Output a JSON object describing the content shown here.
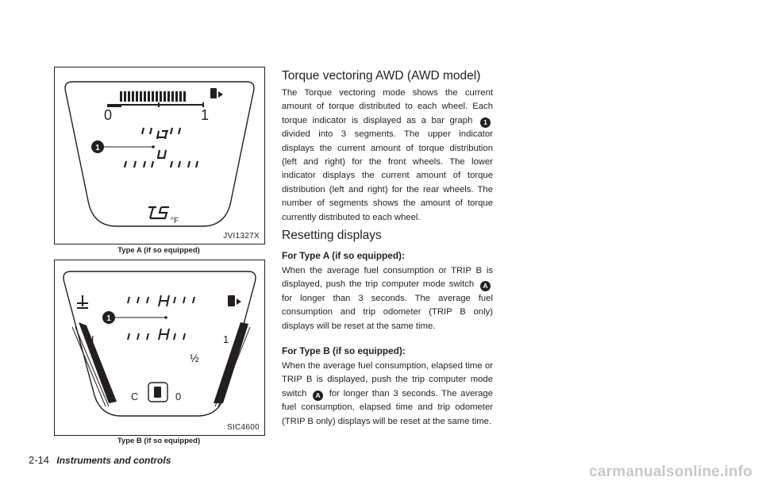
{
  "figure_a": {
    "code": "JVI1327X",
    "caption": "Type A (if so equipped)",
    "gauge_labels": {
      "zero": "0",
      "one": "1",
      "temp": "75",
      "temp_unit": "°F",
      "callout": "1"
    }
  },
  "figure_b": {
    "code": "SIC4600",
    "caption": "Type B (if so equipped)",
    "gauge_labels": {
      "h": "H",
      "c": "C",
      "one": "1",
      "half": "½",
      "zero": "0",
      "callout": "1"
    }
  },
  "torque": {
    "heading": "Torque vectoring AWD (AWD model)",
    "p1_before": "The Torque vectoring mode shows the current amount of torque distributed to each wheel. Each torque indicator is displayed as a bar graph",
    "badge": "1",
    "p1_after": "divided into 3 segments. The upper indicator displays the current amount of torque distribution (left and right) for the front wheels. The lower indicator displays the current amount of torque distribution (left and right) for the rear wheels. The number of segments shows the amount of torque currently distributed to each wheel."
  },
  "reset": {
    "heading": "Resetting displays",
    "a_sub": "For Type A (if so equipped):",
    "a_before": "When the average fuel consumption or TRIP B is displayed, push the trip computer mode switch",
    "a_badge": "A",
    "a_after": "for longer than 3 seconds. The average fuel consumption and trip odometer (TRIP B only) displays will be reset at the same time.",
    "b_sub": "For Type B (if so equipped):",
    "b_before": "When the average fuel consumption, elapsed time or TRIP B is displayed, push the trip computer mode switch",
    "b_badge": "A",
    "b_after": "for longer than 3 seconds. The average fuel consumption, elapsed time and trip odometer (TRIP B only) displays will be reset at the same time."
  },
  "footer": {
    "page": "2-14",
    "section": "Instruments and controls"
  },
  "watermark": "carmanualsonline.info"
}
